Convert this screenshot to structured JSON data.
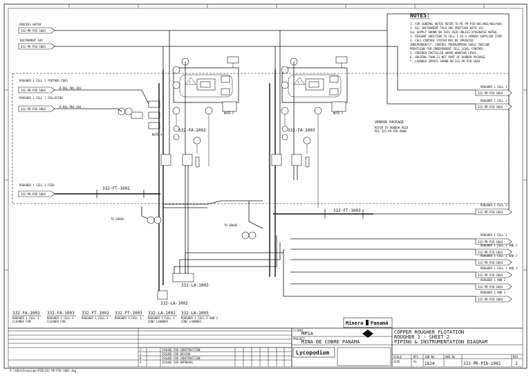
{
  "notes": {
    "title": "NOTES:",
    "lines": [
      "1. FOR GENERAL NOTES REFER TO MC-PR-PID-001/002/003/004.",
      "2. ALL INSTRUMENT TAGS ARE PREFIXED WITH 332",
      "   ALL SUPPLY SHOWN ON THIS P&ID UNLESS OTHERWISE NOTED.",
      "3. REAGENT ADDITION TO CELL 1 AS A VENDOR SUPPLIED ITEM.",
      "4. CELL CONTROL SYSTEM MAY BE OPERATED",
      "   INDEPENDENTLY. CONTROL PROGRAMMING SHALL INCLUDE",
      "   PROVISION FOR INDEPENDENT CELL LEVEL CONTROL.",
      "5. FROTHER INSTALLED ABOVE WORKING LEVEL.",
      "6. HOLDING TANK IS NOT PART OF VENDOR PACKAGE.",
      "7. LAUNDER SPRAYS SHOWN ON 332-PR-PID-1003"
    ]
  },
  "left_inputs": [
    {
      "title": "PROCESS WATER",
      "ref": "332-PR-PID-1001"
    },
    {
      "title": "INSTRUMENT AIR",
      "ref": "332-PR-PID-1001"
    },
    {
      "title": "ROUGHER 1 CELL 1 FROTHER FEED",
      "ref": "332-PR-PID-1002"
    },
    {
      "title": "ROUGHER 1 CELL 1 COLLECTOR",
      "ref": "332-PR-PID-1002"
    },
    {
      "title": "ROUGHER 1 CELL 1 FEED",
      "ref": "332-PR-PID-1002"
    }
  ],
  "left_line_labels": [
    "B-ROL-PW1-203",
    "B-ROL-PW1-204"
  ],
  "right_outputs": [
    {
      "title": "ROUGHER 1 CELL 2",
      "ref": "332-PR-PID-1003"
    },
    {
      "title": "ROUGHER 1 CELL 2",
      "ref": "332-PR-PID-1003"
    },
    {
      "title": "ROUGHER 1 CELL 2",
      "ref": "332-PR-PID-1003"
    },
    {
      "title": "ROUGHER 1 CELL 3",
      "ref": "332-PR-PID-1003"
    },
    {
      "title": "ROUGHER 1 CELL 1 AND 3",
      "ref": "332-PR-PID-1003"
    },
    {
      "title": "ROUGHER 1 CELL 1 AND 3",
      "ref": "332-PR-PID-1003"
    },
    {
      "title": "ROUGHER 1 CELL 1 AND 3",
      "ref": "332-PR-PID-1003"
    },
    {
      "title": "ROUGHER 1 AND 2",
      "ref": "332-PR-PID-1003"
    },
    {
      "title": "ROUGHER 1 AND 2",
      "ref": "332-PR-PID-1003"
    }
  ],
  "tags": {
    "fa_1002": "332-FA-1002",
    "fa_1003": "332-FA-1003",
    "ft_1002": "332-FT-1002",
    "ft_1003": "332-FT-1003",
    "la_1003": "332-LA-1003",
    "la_1002": "332-LA-1002",
    "note_4": "NOTE 4",
    "note_5": "NOTE 5",
    "to_grade": "TO GRADE",
    "vendor_title": "VENDOR PACKAGE",
    "vendor_sub1": "REFER TO VENDOR P&ID",
    "vendor_sub2": "MCL-332-PR-PID-0000"
  },
  "equipment_list": [
    {
      "tag": "332-FA-1002",
      "desc1": "ROUGHER 1 CELL 1",
      "desc2": "CLEANER FAN"
    },
    {
      "tag": "332-FA-1003",
      "desc1": "ROUGHER 1 CELL 2",
      "desc2": "CLEANER FAN"
    },
    {
      "tag": "332-FT-1002",
      "desc1": "ROUGHER 1 CELL 2",
      "desc2": ""
    },
    {
      "tag": "332-FT-1003",
      "desc1": "ROUGHER 1 CELL 3",
      "desc2": ""
    },
    {
      "tag": "332-LA-1002",
      "desc1": "ROUGHER 1 CELL 1",
      "desc2": "CONC LAUNDER"
    },
    {
      "tag": "332-LA-1003",
      "desc1": "ROUGHER 1 CELL 2 AND 3",
      "desc2": "CONC LAUNDER"
    }
  ],
  "title_block": {
    "client_label": "CLIENT",
    "client": "MPSA",
    "project_label": "PROJECT",
    "project": "MINA DE COBRE PANAMA",
    "brand_left": "Minera",
    "brand_right": "Panamá",
    "company": "Lycopodium",
    "title1": "COPPER ROUGHER FLOTATION",
    "title2": "ROUGHER 1 - SHEET 2",
    "title3": "PIPING & INSTRUMENTATION DIAGRAM",
    "scale_label": "SCALE",
    "scale": "NTS",
    "size_label": "SIZE",
    "size": "A1",
    "job_label": "JOB No",
    "job": "1824",
    "dwg_label": "DWG No",
    "dwg": "332-PR-PID-1002",
    "rev_label": "REV",
    "rev": "2",
    "revisions": [
      {
        "rev": "2",
        "desc": "ISSUED FOR CONSTRUCTION"
      },
      {
        "rev": "1",
        "desc": "ISSUED FOR DESIGN"
      },
      {
        "rev": "0",
        "desc": "ISSUED FOR CONSTRUCTION"
      },
      {
        "rev": "A",
        "desc": "ISSUED FOR APPROVAL"
      }
    ]
  },
  "footer_path": "P:\\1824\\Drawings\\PID\\332-PR-PID-1002.dwg"
}
